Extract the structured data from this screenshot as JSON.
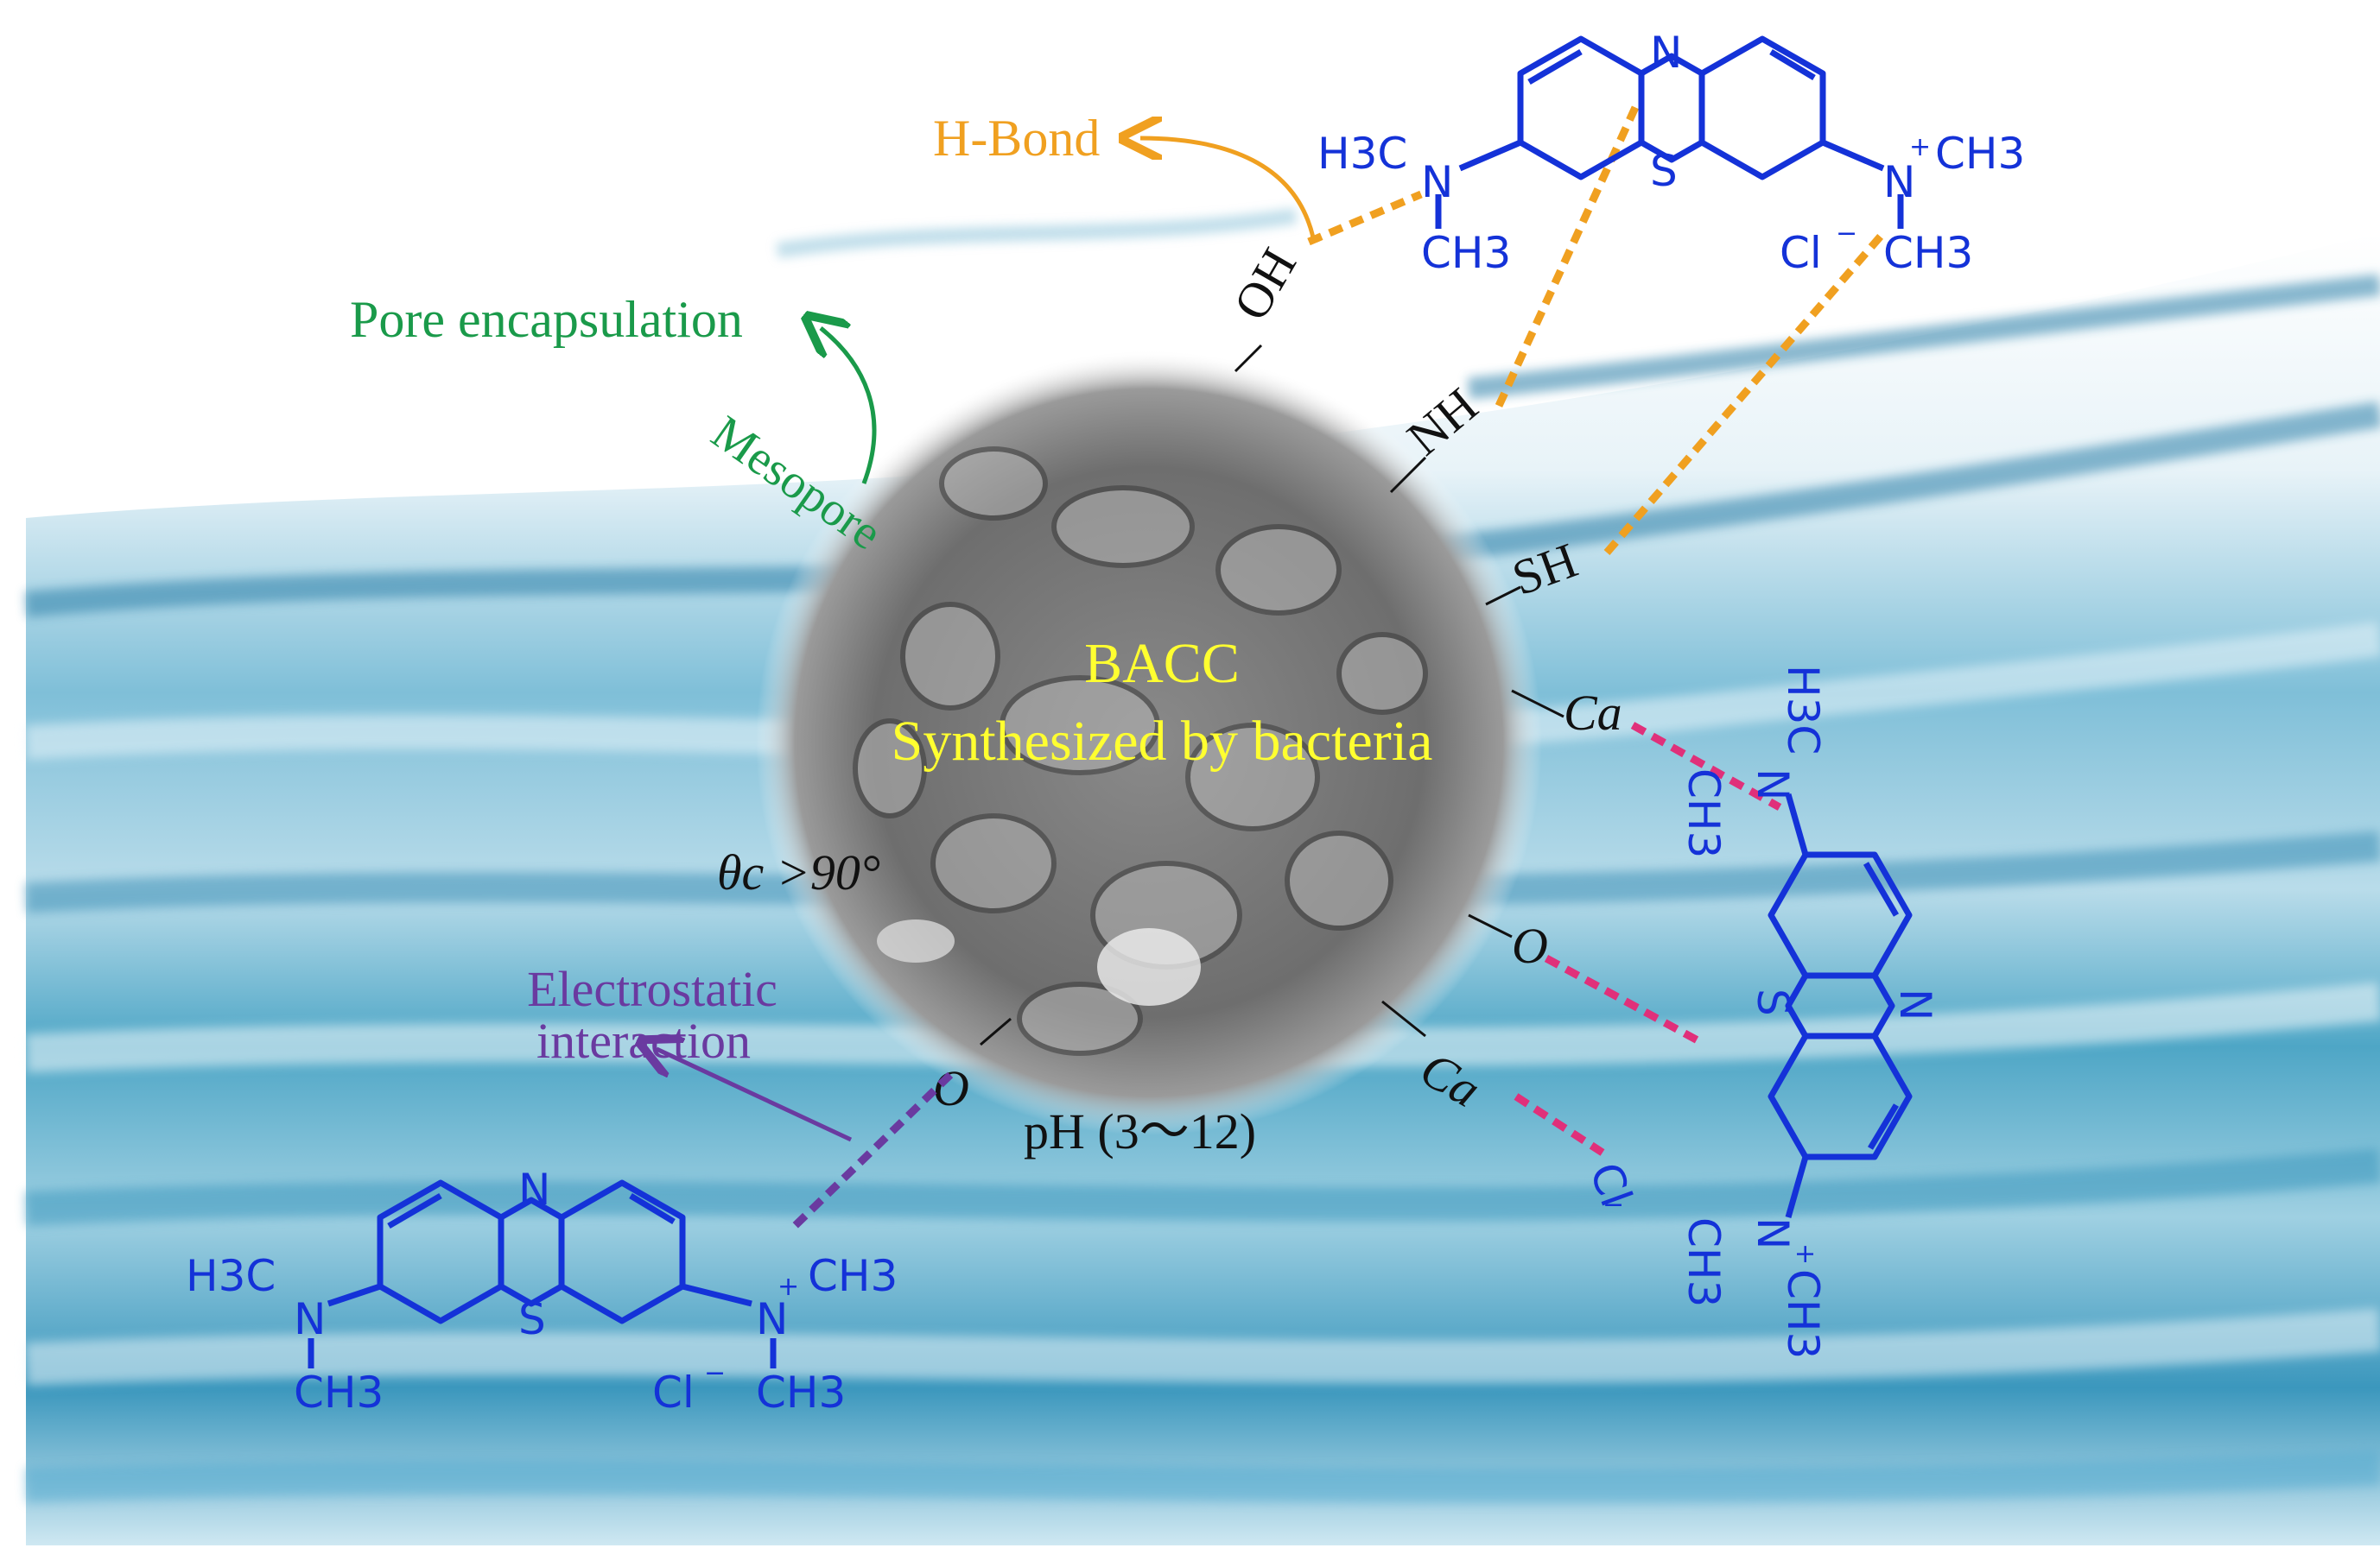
{
  "particle": {
    "name": "BACC",
    "subtitle": "Synthesized by bacteria",
    "contact_angle": "θc >90°",
    "ph_range": "pH (3～12)"
  },
  "mechanisms": {
    "h_bond": "H-Bond",
    "pore": "Pore encapsulation",
    "mesopore": "Mesopore",
    "electrostatic_1": "Electrostatic",
    "electrostatic_2": "interaction"
  },
  "surface_groups": {
    "oh": "OH",
    "nh": "NH",
    "sh": "SH",
    "ca1": "Ca",
    "o1": "O",
    "ca2": "Ca",
    "o2": "O"
  },
  "molecule": {
    "n": "N",
    "s": "S",
    "h3c": "H3C",
    "ch3": "CH3",
    "cl": "Cl",
    "plus": "+"
  },
  "colors": {
    "molecule": "#1432d8",
    "h_bond": "#f0a020",
    "pore": "#1a9a4a",
    "electrostatic": "#6a3aa0",
    "ca_link": "#e0307a",
    "bacc_text": "#ffff30"
  }
}
